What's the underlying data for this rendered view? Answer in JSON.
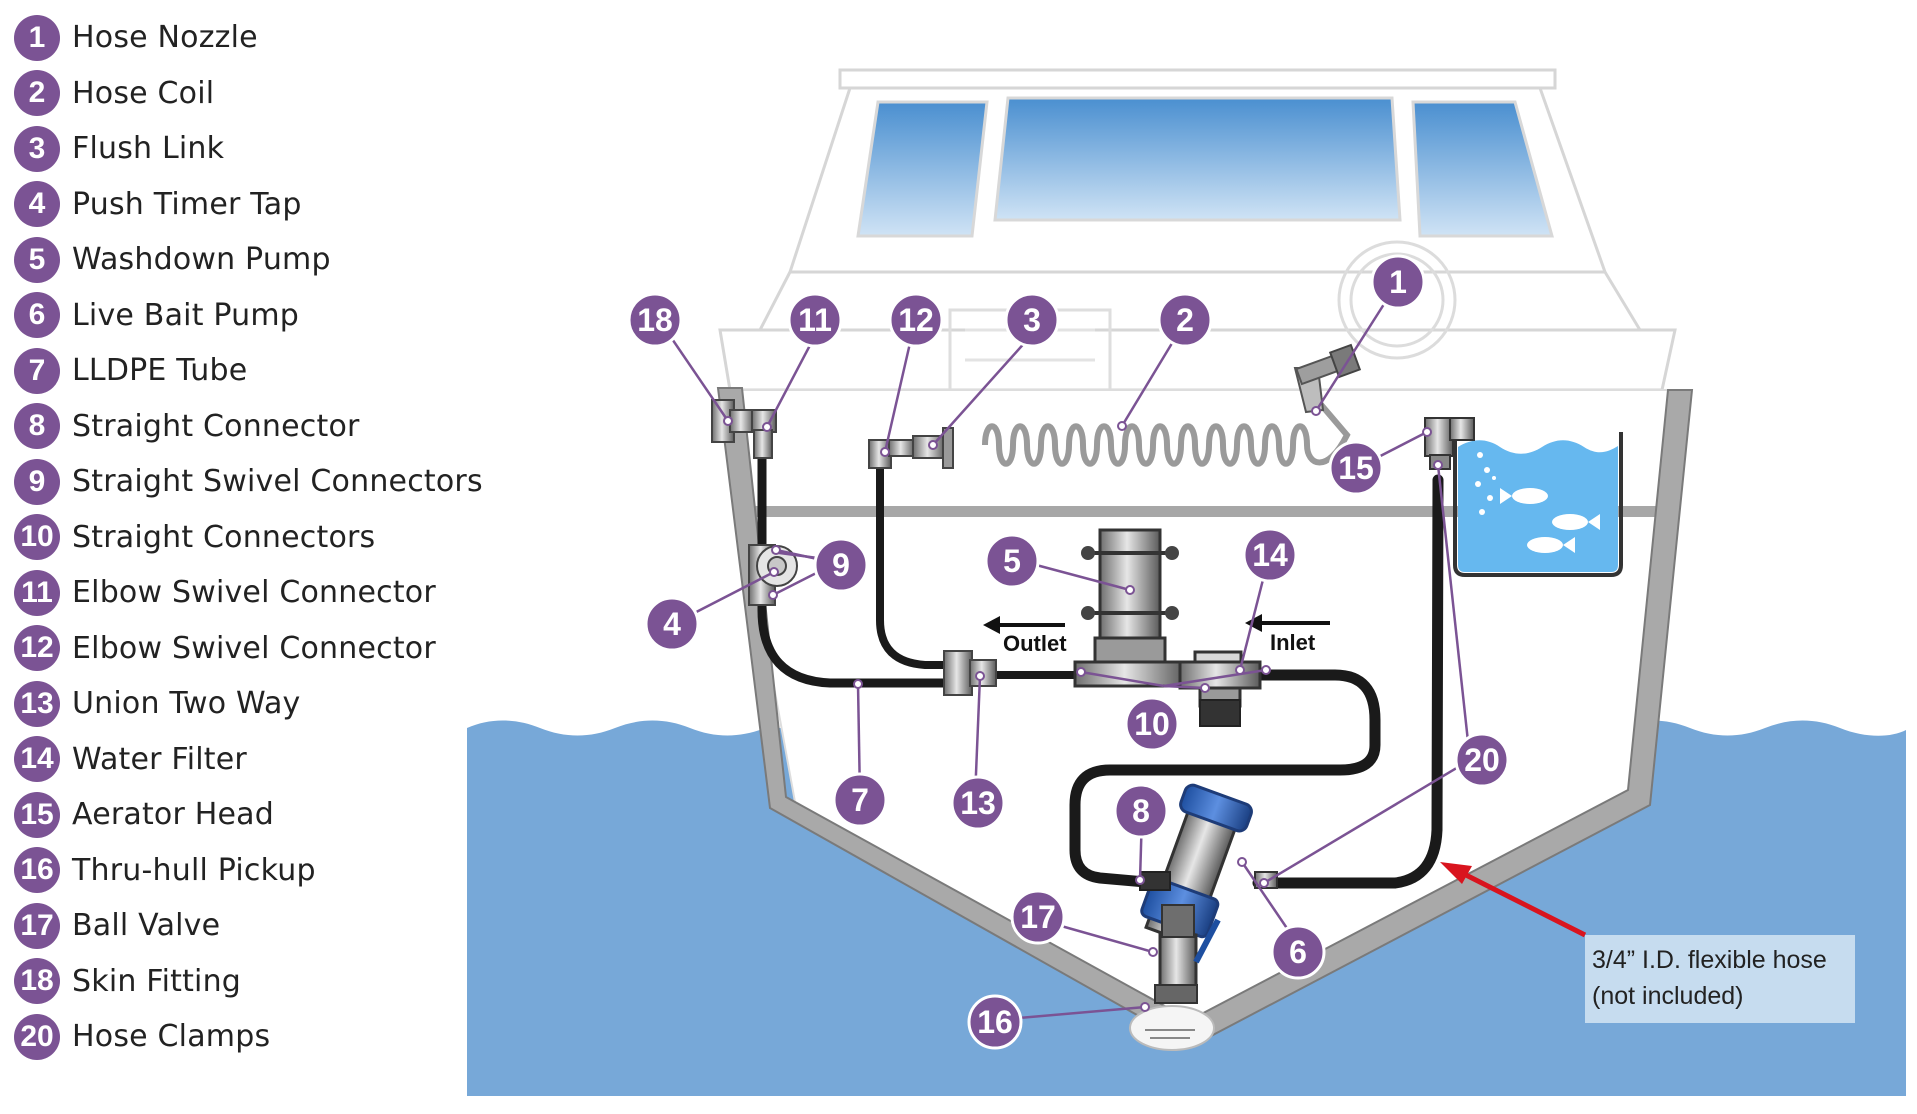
{
  "legend": [
    {
      "num": "1",
      "label": "Hose Nozzle"
    },
    {
      "num": "2",
      "label": "Hose Coil"
    },
    {
      "num": "3",
      "label": "Flush Link"
    },
    {
      "num": "4",
      "label": "Push Timer Tap"
    },
    {
      "num": "5",
      "label": "Washdown Pump"
    },
    {
      "num": "6",
      "label": "Live Bait Pump"
    },
    {
      "num": "7",
      "label": "LLDPE Tube"
    },
    {
      "num": "8",
      "label": "Straight Connector"
    },
    {
      "num": "9",
      "label": "Straight Swivel Connectors"
    },
    {
      "num": "10",
      "label": "Straight Connectors"
    },
    {
      "num": "11",
      "label": "Elbow Swivel Connector"
    },
    {
      "num": "12",
      "label": "Elbow Swivel Connector"
    },
    {
      "num": "13",
      "label": "Union Two Way"
    },
    {
      "num": "14",
      "label": "Water Filter"
    },
    {
      "num": "15",
      "label": "Aerator Head"
    },
    {
      "num": "16",
      "label": "Thru-hull Pickup"
    },
    {
      "num": "17",
      "label": "Ball Valve"
    },
    {
      "num": "18",
      "label": "Skin Fitting"
    },
    {
      "num": "20",
      "label": "Hose Clamps"
    }
  ],
  "diagram_markers": {
    "m1": "1",
    "m2": "2",
    "m3": "3",
    "m4": "4",
    "m5": "5",
    "m6": "6",
    "m7": "7",
    "m8": "8",
    "m9": "9",
    "m10": "10",
    "m11": "11",
    "m12": "12",
    "m13": "13",
    "m14": "14",
    "m15": "15",
    "m16": "16",
    "m17": "17",
    "m18": "18",
    "m20": "20"
  },
  "flow_labels": {
    "outlet": "Outlet",
    "inlet": "Inlet"
  },
  "callout": {
    "line1": "3/4” I.D. flexible hose",
    "line2": "(not included)"
  },
  "colors": {
    "badge": "#7b5394",
    "water": "#77a8d8",
    "hull_steel": "#a9a9a9",
    "hose": "#1a1a1a",
    "arrow": "#d9141e",
    "callout_bg": "#c6dcef"
  }
}
